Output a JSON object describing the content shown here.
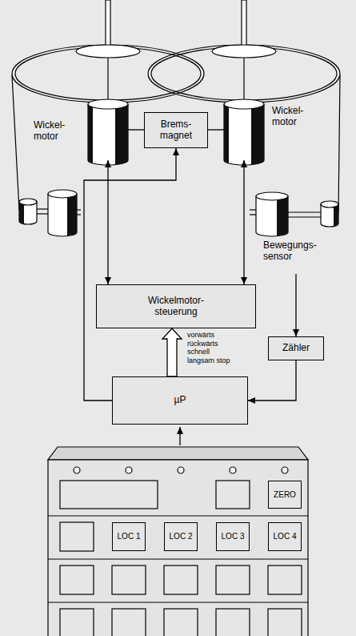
{
  "diagram": {
    "nodes": [
      {
        "text": [
          "Wickel- motor"
        ]
      },
      {
        "text": [
          "Brems- magnet"
        ]
      },
      {
        "text": [
          "Wickel- motor"
        ]
      },
      {
        "text": [
          "Bewegungs- sensor"
        ]
      },
      {
        "text": [
          "Wickelmotor- steuerung"
        ]
      },
      {
        "text": [
          "Zähler"
        ]
      },
      {
        "text": [
          "µP"
        ]
      },
      {
        "text": [
          "ZERO"
        ]
      },
      {
        "text": [
          "LOC 1"
        ]
      },
      {
        "text": [
          "LOC 2"
        ]
      },
      {
        "text": [
          "LOC 3"
        ]
      },
      {
        "text": [
          "LOC 4"
        ]
      }
    ],
    "edges": [
      {
        "from": 1,
        "to": 0,
        "arrow": "none"
      },
      {
        "from": 1,
        "to": 2,
        "arrow": "none"
      },
      {
        "from": 4,
        "to": 0,
        "arrow": "both"
      },
      {
        "from": 4,
        "to": 2,
        "arrow": "both"
      },
      {
        "from": 6,
        "to": 1,
        "arrow": "to"
      },
      {
        "from": 6,
        "to": 4,
        "arrow": "to",
        "label": "vorwärts rückwärts schnell langsam stop"
      },
      {
        "from": 3,
        "to": 5,
        "arrow": "to"
      },
      {
        "from": 5,
        "to": 6,
        "arrow": "to"
      }
    ]
  }
}
